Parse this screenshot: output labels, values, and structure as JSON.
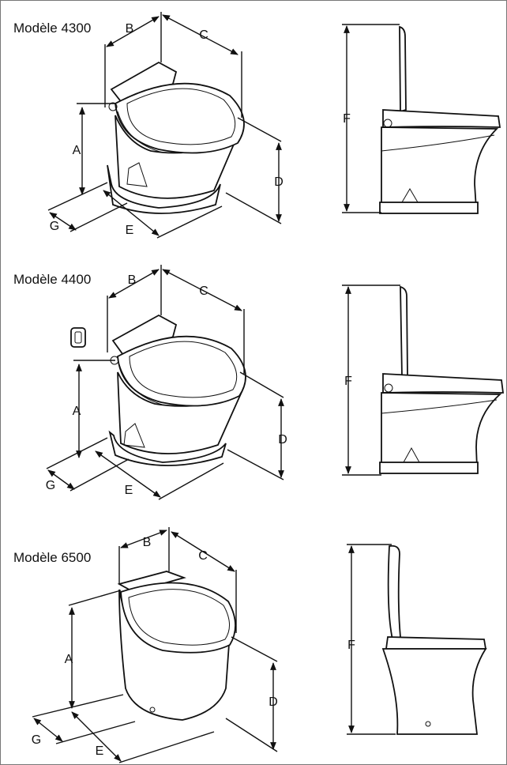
{
  "models": [
    {
      "title": "Modèle 4300",
      "dims": {
        "A": "A",
        "B": "B",
        "C": "C",
        "D": "D",
        "E": "E",
        "F": "F",
        "G": "G"
      },
      "has_wall_switch": false
    },
    {
      "title": "Modèle 4400",
      "dims": {
        "A": "A",
        "B": "B",
        "C": "C",
        "D": "D",
        "E": "E",
        "F": "F",
        "G": "G"
      },
      "has_wall_switch": true
    },
    {
      "title": "Modèle 6500",
      "dims": {
        "A": "A",
        "B": "B",
        "C": "C",
        "D": "D",
        "E": "E",
        "F": "F",
        "G": "G"
      },
      "has_wall_switch": false
    }
  ],
  "icons": {
    "toilet_iso": "toilet-isometric-icon",
    "toilet_side": "toilet-side-profile-icon",
    "wall_switch": "wall-switch-icon"
  }
}
